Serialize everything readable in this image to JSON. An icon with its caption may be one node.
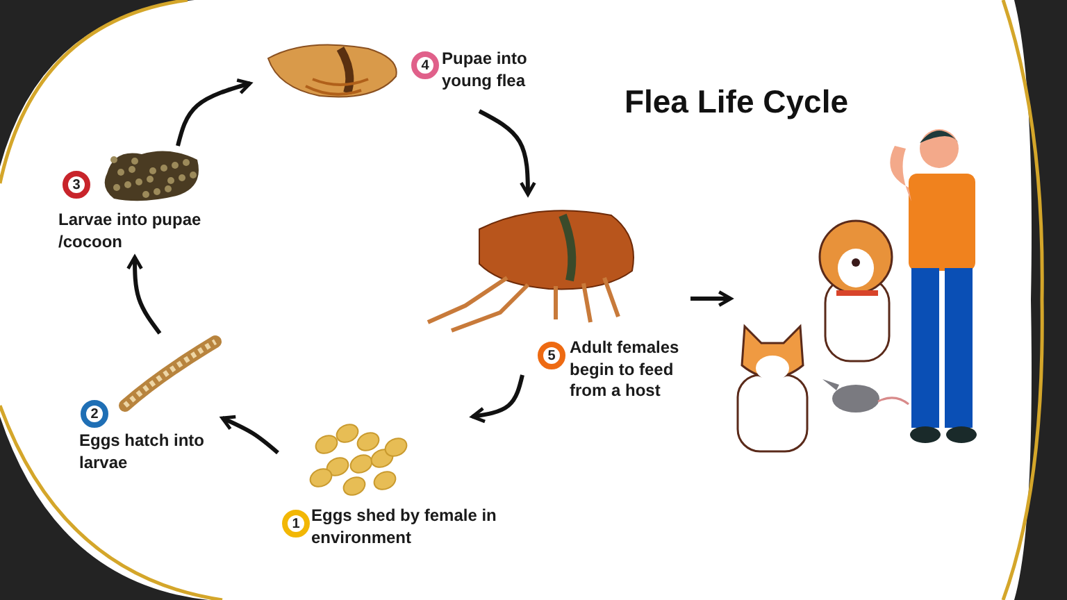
{
  "diagram": {
    "title": "Flea Life Cycle",
    "nodes": [
      {
        "text": [
          "1",
          "Eggs shed by female in environment"
        ]
      },
      {
        "text": [
          "2",
          "Eggs hatch into larvae"
        ]
      },
      {
        "text": [
          "3",
          "Larvae into pupae /cocoon"
        ]
      },
      {
        "text": [
          "4",
          "Pupae into young flea"
        ]
      },
      {
        "text": [
          "5",
          "Adult females begin to feed from a host"
        ]
      },
      {
        "text": [],
        "shape": "picture"
      }
    ],
    "edges": [
      {
        "from": 0,
        "to": 1,
        "arrow": "to"
      },
      {
        "from": 1,
        "to": 2,
        "arrow": "to"
      },
      {
        "from": 2,
        "to": 3,
        "arrow": "to"
      },
      {
        "from": 3,
        "to": 4,
        "arrow": "to"
      },
      {
        "from": 4,
        "to": 0,
        "arrow": "to"
      },
      {
        "from": 4,
        "to": 5,
        "arrow": "to"
      }
    ]
  }
}
